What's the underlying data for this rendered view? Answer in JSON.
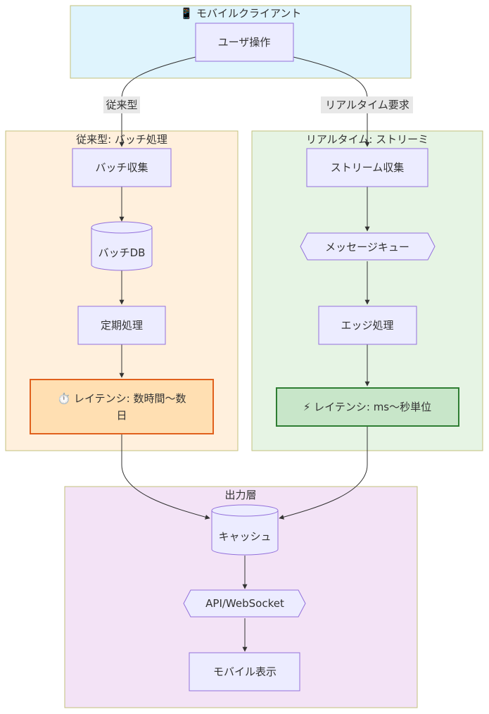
{
  "groups": {
    "client": {
      "title": "📱 モバイルクライアント"
    },
    "legacy": {
      "title": "従来型: バッチ処理"
    },
    "realtime": {
      "title": "リアルタイム: ストリーミ"
    },
    "output": {
      "title": "出力層"
    }
  },
  "nodes": {
    "user_op": "ユーザ操作",
    "batch_collect": "バッチ収集",
    "batch_db": "バッチDB",
    "periodic": "定期処理",
    "latency_batch_line1": "⏱️ レイテンシ: 数時間～数",
    "latency_batch_line2": "日",
    "stream_collect": "ストリーム収集",
    "message_queue": "メッセージキュー",
    "edge_process": "エッジ処理",
    "latency_stream": "⚡ レイテンシ: ms～秒単位",
    "cache": "キャッシュ",
    "api_ws": "API/WebSocket",
    "mobile_display": "モバイル表示"
  },
  "edges": {
    "legacy_label": "従来型",
    "realtime_label": "リアルタイム要求"
  },
  "colors": {
    "client_bg": "#dff4fd",
    "legacy_bg": "#fff0dd",
    "realtime_bg": "#e6f4e4",
    "output_bg": "#f3e3f6",
    "group_border": "#c3c07c",
    "node_fill": "#ececff",
    "node_stroke": "#9370db",
    "batch_latency_fill": "#ffdfb2",
    "batch_latency_stroke": "#e0601c",
    "stream_latency_fill": "#c8e6c9",
    "stream_latency_stroke": "#2e7d32",
    "edge": "#333333",
    "edge_label_bg": "#e8e8e8"
  }
}
